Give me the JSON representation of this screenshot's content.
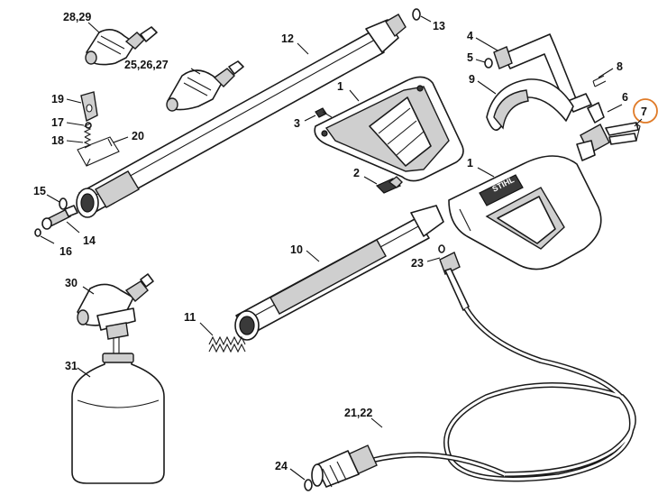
{
  "labels": {
    "p28_29": "28,29",
    "p13": "13",
    "p12": "12",
    "p25_27": "25,26,27",
    "p4": "4",
    "p5": "5",
    "p8": "8",
    "p9": "9",
    "p7": "7",
    "p1_top": "1",
    "p1_grip": "1",
    "p19": "19",
    "p17": "17",
    "p18": "18",
    "p20": "20",
    "p3": "3",
    "p6": "6",
    "p2": "2",
    "p15": "15",
    "p14": "14",
    "p16": "16",
    "p10": "10",
    "p23": "23",
    "p30": "30",
    "p11": "11",
    "p31": "31",
    "p21_22": "21,22",
    "p24": "24"
  },
  "grip_logo_text": "STIHL",
  "colors": {
    "highlight": "#e07b28",
    "line": "#1a1a1a",
    "fill": "#ffffff"
  }
}
